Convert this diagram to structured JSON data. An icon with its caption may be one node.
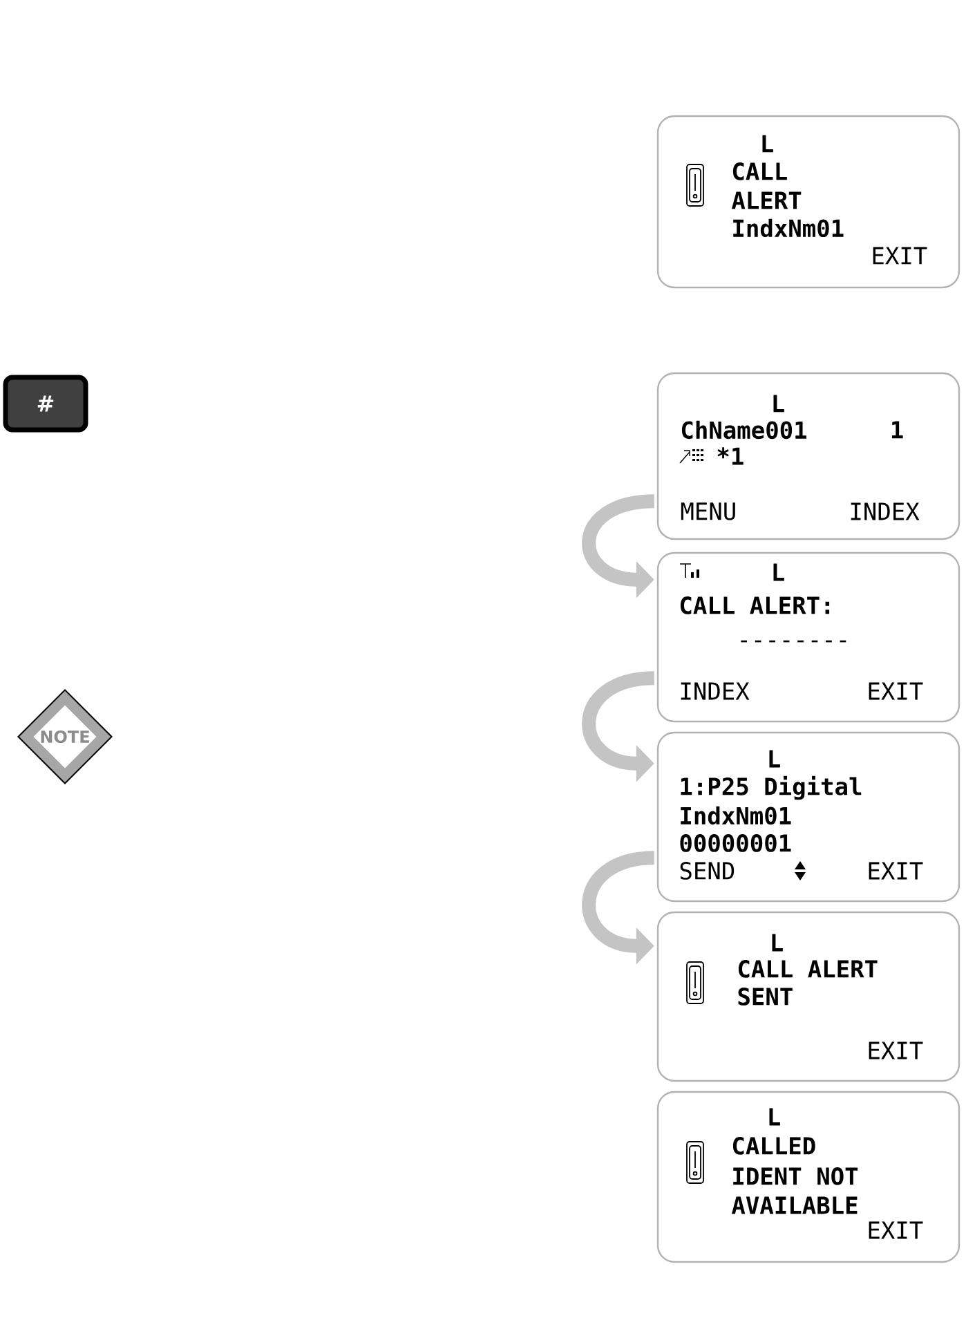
{
  "diagram": {
    "nodes": [
      {
        "text": [
          "#"
        ]
      },
      {
        "text": [
          "NOTE"
        ]
      },
      {
        "text": [
          "L",
          "CALL",
          "ALERT",
          "IndxNm01",
          "EXIT"
        ]
      },
      {
        "text": [
          "L",
          "ChName001",
          "1",
          "*1",
          "MENU",
          "INDEX"
        ]
      },
      {
        "text": [
          "L",
          "CALL ALERT:",
          "--------",
          "INDEX",
          "EXIT"
        ]
      },
      {
        "text": [
          "L",
          "1:P25 Digital",
          "IndxNm01",
          "00000001",
          "SEND",
          "EXIT"
        ]
      },
      {
        "text": [
          "L",
          "CALL ALERT",
          "SENT",
          "EXIT"
        ]
      },
      {
        "text": [
          "L",
          "CALLED",
          "IDENT NOT",
          "AVAILABLE",
          "EXIT"
        ]
      }
    ],
    "edges": [
      {
        "from": 3,
        "to": 4,
        "arrow": "to"
      },
      {
        "from": 4,
        "to": 5,
        "arrow": "to"
      },
      {
        "from": 5,
        "to": 6,
        "arrow": "to"
      }
    ]
  }
}
